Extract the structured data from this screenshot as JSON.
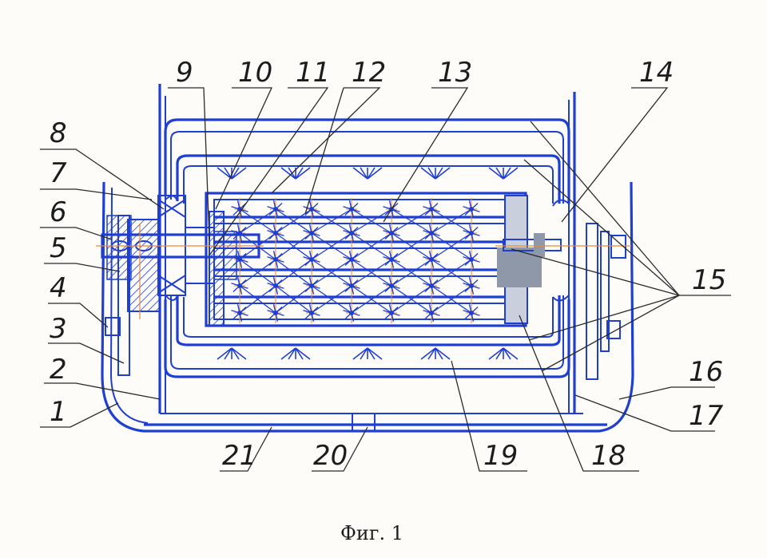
{
  "figure": {
    "caption": "Фиг. 1",
    "colors": {
      "drawing": "#1f3fd0",
      "axes": "#e8893c",
      "text": "#1c1c1c",
      "fill": "#8f98a8"
    },
    "labels": [
      {
        "id": "1",
        "text": "1"
      },
      {
        "id": "2",
        "text": "2"
      },
      {
        "id": "3",
        "text": "3"
      },
      {
        "id": "4",
        "text": "4"
      },
      {
        "id": "5",
        "text": "5"
      },
      {
        "id": "6",
        "text": "6"
      },
      {
        "id": "7",
        "text": "7"
      },
      {
        "id": "8",
        "text": "8"
      },
      {
        "id": "9",
        "text": "9"
      },
      {
        "id": "10",
        "text": "10"
      },
      {
        "id": "11",
        "text": "11"
      },
      {
        "id": "12",
        "text": "12"
      },
      {
        "id": "13",
        "text": "13"
      },
      {
        "id": "14",
        "text": "14"
      },
      {
        "id": "15",
        "text": "15"
      },
      {
        "id": "16",
        "text": "16"
      },
      {
        "id": "17",
        "text": "17"
      },
      {
        "id": "18",
        "text": "18"
      },
      {
        "id": "19",
        "text": "19"
      },
      {
        "id": "20",
        "text": "20"
      },
      {
        "id": "21",
        "text": "21"
      }
    ]
  }
}
